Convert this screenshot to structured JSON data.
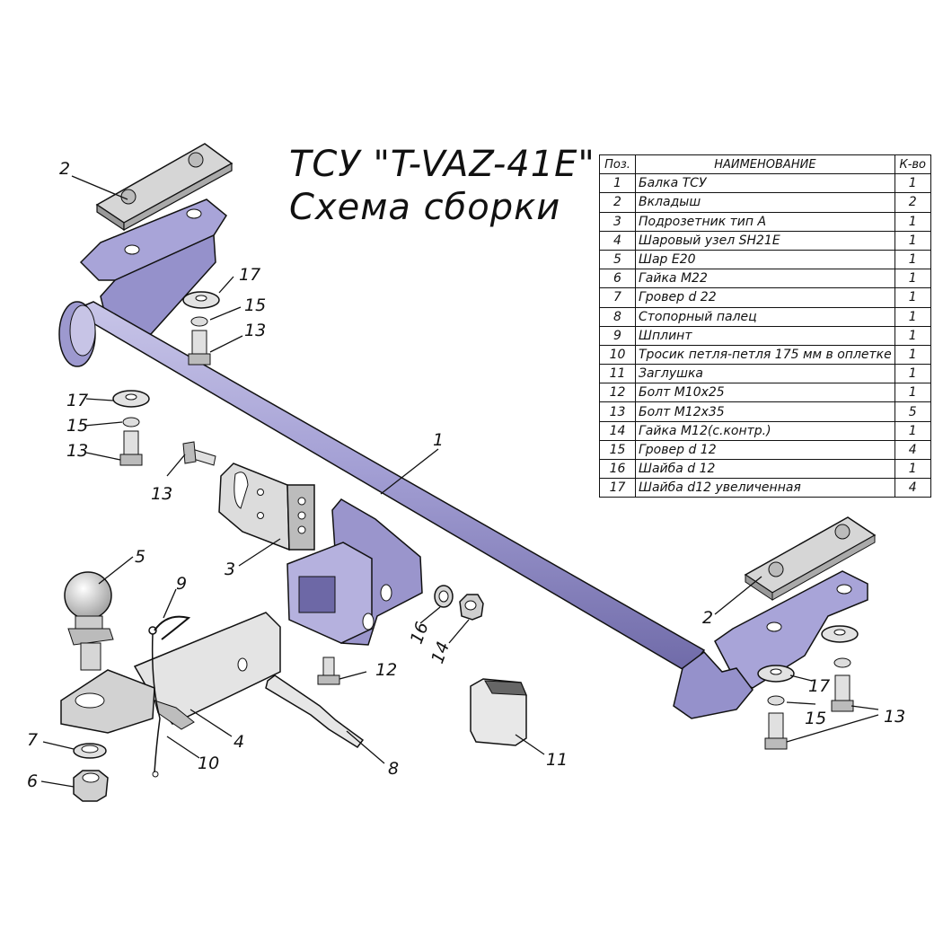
{
  "title": {
    "line1": "ТСУ \"T-VAZ-41E\"",
    "line2": "Схема сборки"
  },
  "table": {
    "headers": {
      "pos": "Поз.",
      "name": "НАИМЕНОВАНИЕ",
      "qty": "К-во"
    },
    "rows": [
      {
        "pos": "1",
        "name": "Балка ТСУ",
        "qty": "1"
      },
      {
        "pos": "2",
        "name": "Вкладыш",
        "qty": "2"
      },
      {
        "pos": "3",
        "name": "Подрозетник тип А",
        "qty": "1"
      },
      {
        "pos": "4",
        "name": "Шаровый узел SH21E",
        "qty": "1"
      },
      {
        "pos": "5",
        "name": "Шар Е20",
        "qty": "1"
      },
      {
        "pos": "6",
        "name": "Гайка М22",
        "qty": "1"
      },
      {
        "pos": "7",
        "name": "Гровер d 22",
        "qty": "1"
      },
      {
        "pos": "8",
        "name": "Стопорный палец",
        "qty": "1"
      },
      {
        "pos": "9",
        "name": "Шплинт",
        "qty": "1"
      },
      {
        "pos": "10",
        "name": "Тросик петля-петля 175 мм в оплетке",
        "qty": "1"
      },
      {
        "pos": "11",
        "name": "Заглушка",
        "qty": "1"
      },
      {
        "pos": "12",
        "name": "Болт М10х25",
        "qty": "1"
      },
      {
        "pos": "13",
        "name": "Болт М12х35",
        "qty": "5"
      },
      {
        "pos": "14",
        "name": "Гайка М12(с.контр.)",
        "qty": "1"
      },
      {
        "pos": "15",
        "name": "Гровер d 12",
        "qty": "4"
      },
      {
        "pos": "16",
        "name": "Шайба d 12",
        "qty": "1"
      },
      {
        "pos": "17",
        "name": "Шайба d12 увеличенная",
        "qty": "4"
      }
    ]
  },
  "callouts": {
    "c1": "1",
    "c2a": "2",
    "c2b": "2",
    "c3": "3",
    "c4": "4",
    "c5": "5",
    "c6": "6",
    "c7": "7",
    "c8": "8",
    "c9": "9",
    "c10": "10",
    "c11": "11",
    "c12": "12",
    "c13a": "13",
    "c13b": "13",
    "c13c": "13",
    "c13d": "13",
    "c14": "14",
    "c15a": "15",
    "c15b": "15",
    "c15c": "15",
    "c16": "16",
    "c17a": "17",
    "c17b": "17",
    "c17c": "17"
  },
  "colors": {
    "steel_purple": "#9a95cc",
    "steel_light": "#c9c6e6",
    "metal_gray": "#d9d9d9",
    "outline": "#111111"
  }
}
